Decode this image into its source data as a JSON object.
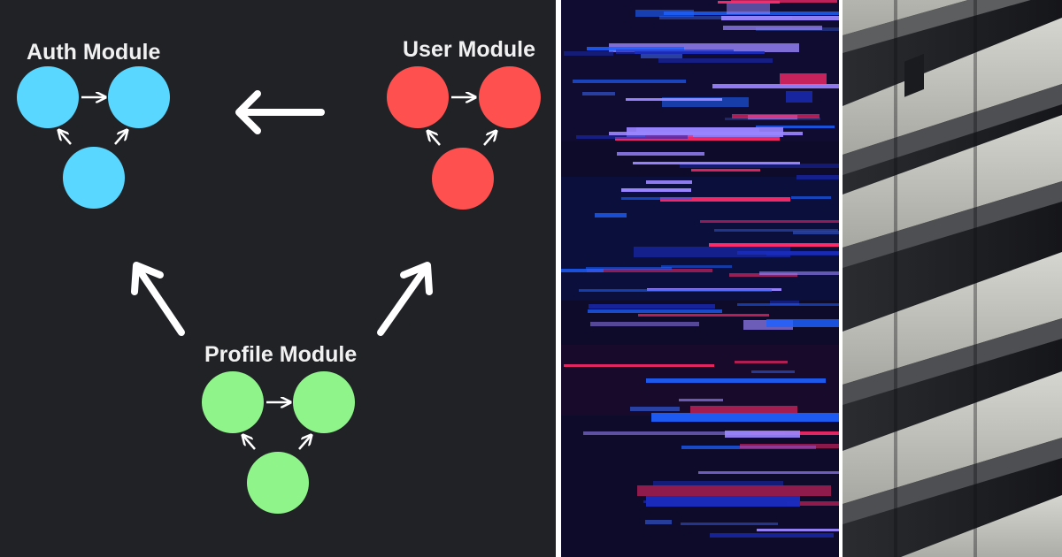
{
  "diagram": {
    "modules": [
      {
        "label": "Auth Module",
        "color": "#5ad7ff"
      },
      {
        "label": "User Module",
        "color": "#ff5050"
      },
      {
        "label": "Profile Module",
        "color": "#8ff58a"
      }
    ],
    "arrow_color": "#ffffff"
  },
  "glitch_panel": {
    "background": "#0d0a2a",
    "line_colors": [
      "#1e60ff",
      "#9a86ff",
      "#ff2a6a",
      "#1a2cbc",
      "#2a44a8"
    ]
  },
  "building_panel": {
    "background": "#1e1f21",
    "slab_color": "#c8c8c2"
  }
}
